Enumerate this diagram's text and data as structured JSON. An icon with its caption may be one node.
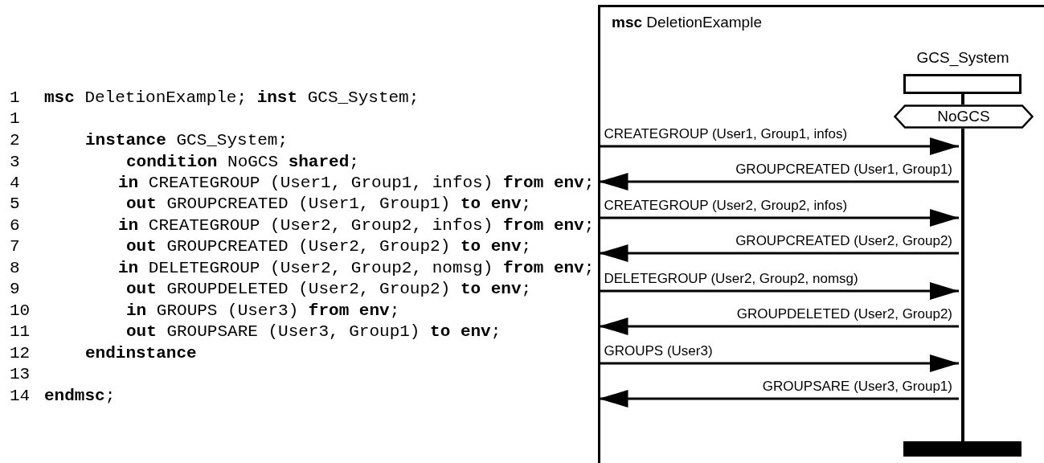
{
  "diagram": {
    "nodes": [
      {
        "text": [
          "**msc** DeletionExample"
        ]
      },
      {
        "text": [
          "GCS_System"
        ],
        "in": 0
      },
      {
        "text": [
          "NoGCS"
        ],
        "in": 0
      },
      {
        "text": [],
        "shape": "line",
        "in": 0
      },
      {
        "text": [],
        "shape": "bar",
        "in": 0
      }
    ],
    "edges": [
      {
        "from": 0,
        "to": 3,
        "arrow": "to",
        "label": "CREATEGROUP (User1, Group1, infos)"
      },
      {
        "from": 3,
        "to": 0,
        "arrow": "to",
        "label": "GROUPCREATED (User1, Group1)"
      },
      {
        "from": 0,
        "to": 3,
        "arrow": "to",
        "label": "CREATEGROUP (User2, Group2, infos)"
      },
      {
        "from": 3,
        "to": 0,
        "arrow": "to",
        "label": "GROUPCREATED (User2, Group2)"
      },
      {
        "from": 0,
        "to": 3,
        "arrow": "to",
        "label": "DELETEGROUP (User2, Group2, nomsg)"
      },
      {
        "from": 3,
        "to": 0,
        "arrow": "to",
        "label": "GROUPDELETED (User2, Group2)"
      },
      {
        "from": 0,
        "to": 3,
        "arrow": "to",
        "label": "GROUPS (User3)"
      },
      {
        "from": 3,
        "to": 0,
        "arrow": "to",
        "label": "GROUPSARE (User3, Group1)"
      }
    ],
    "labels": [
      "1",
      "**msc** DeletionExample; **inst** GCS_System;",
      "1",
      "2",
      "**instance** GCS_System;",
      "3",
      "**condition** NoGCS **shared**;",
      "4",
      "**in** CREATEGROUP (User1, Group1, infos) **from env**;",
      "5",
      "**out** GROUPCREATED (User1, Group1) **to env**;",
      "6",
      "**in** CREATEGROUP (User2, Group2, infos) **from env**;",
      "7",
      "**out** GROUPCREATED (User2, Group2) **to env**;",
      "8",
      "**in** DELETEGROUP (User2, Group2, nomsg) **from env**;",
      "9",
      "**out** GROUPDELETED (User2, Group2) **to env**;",
      "10",
      "**in** GROUPS (User3) **from env**;",
      "11",
      "**out** GROUPSARE (User3, Group1) **to env**;",
      "12",
      "endinstance",
      "13",
      "14",
      "**endmsc**;"
    ]
  }
}
